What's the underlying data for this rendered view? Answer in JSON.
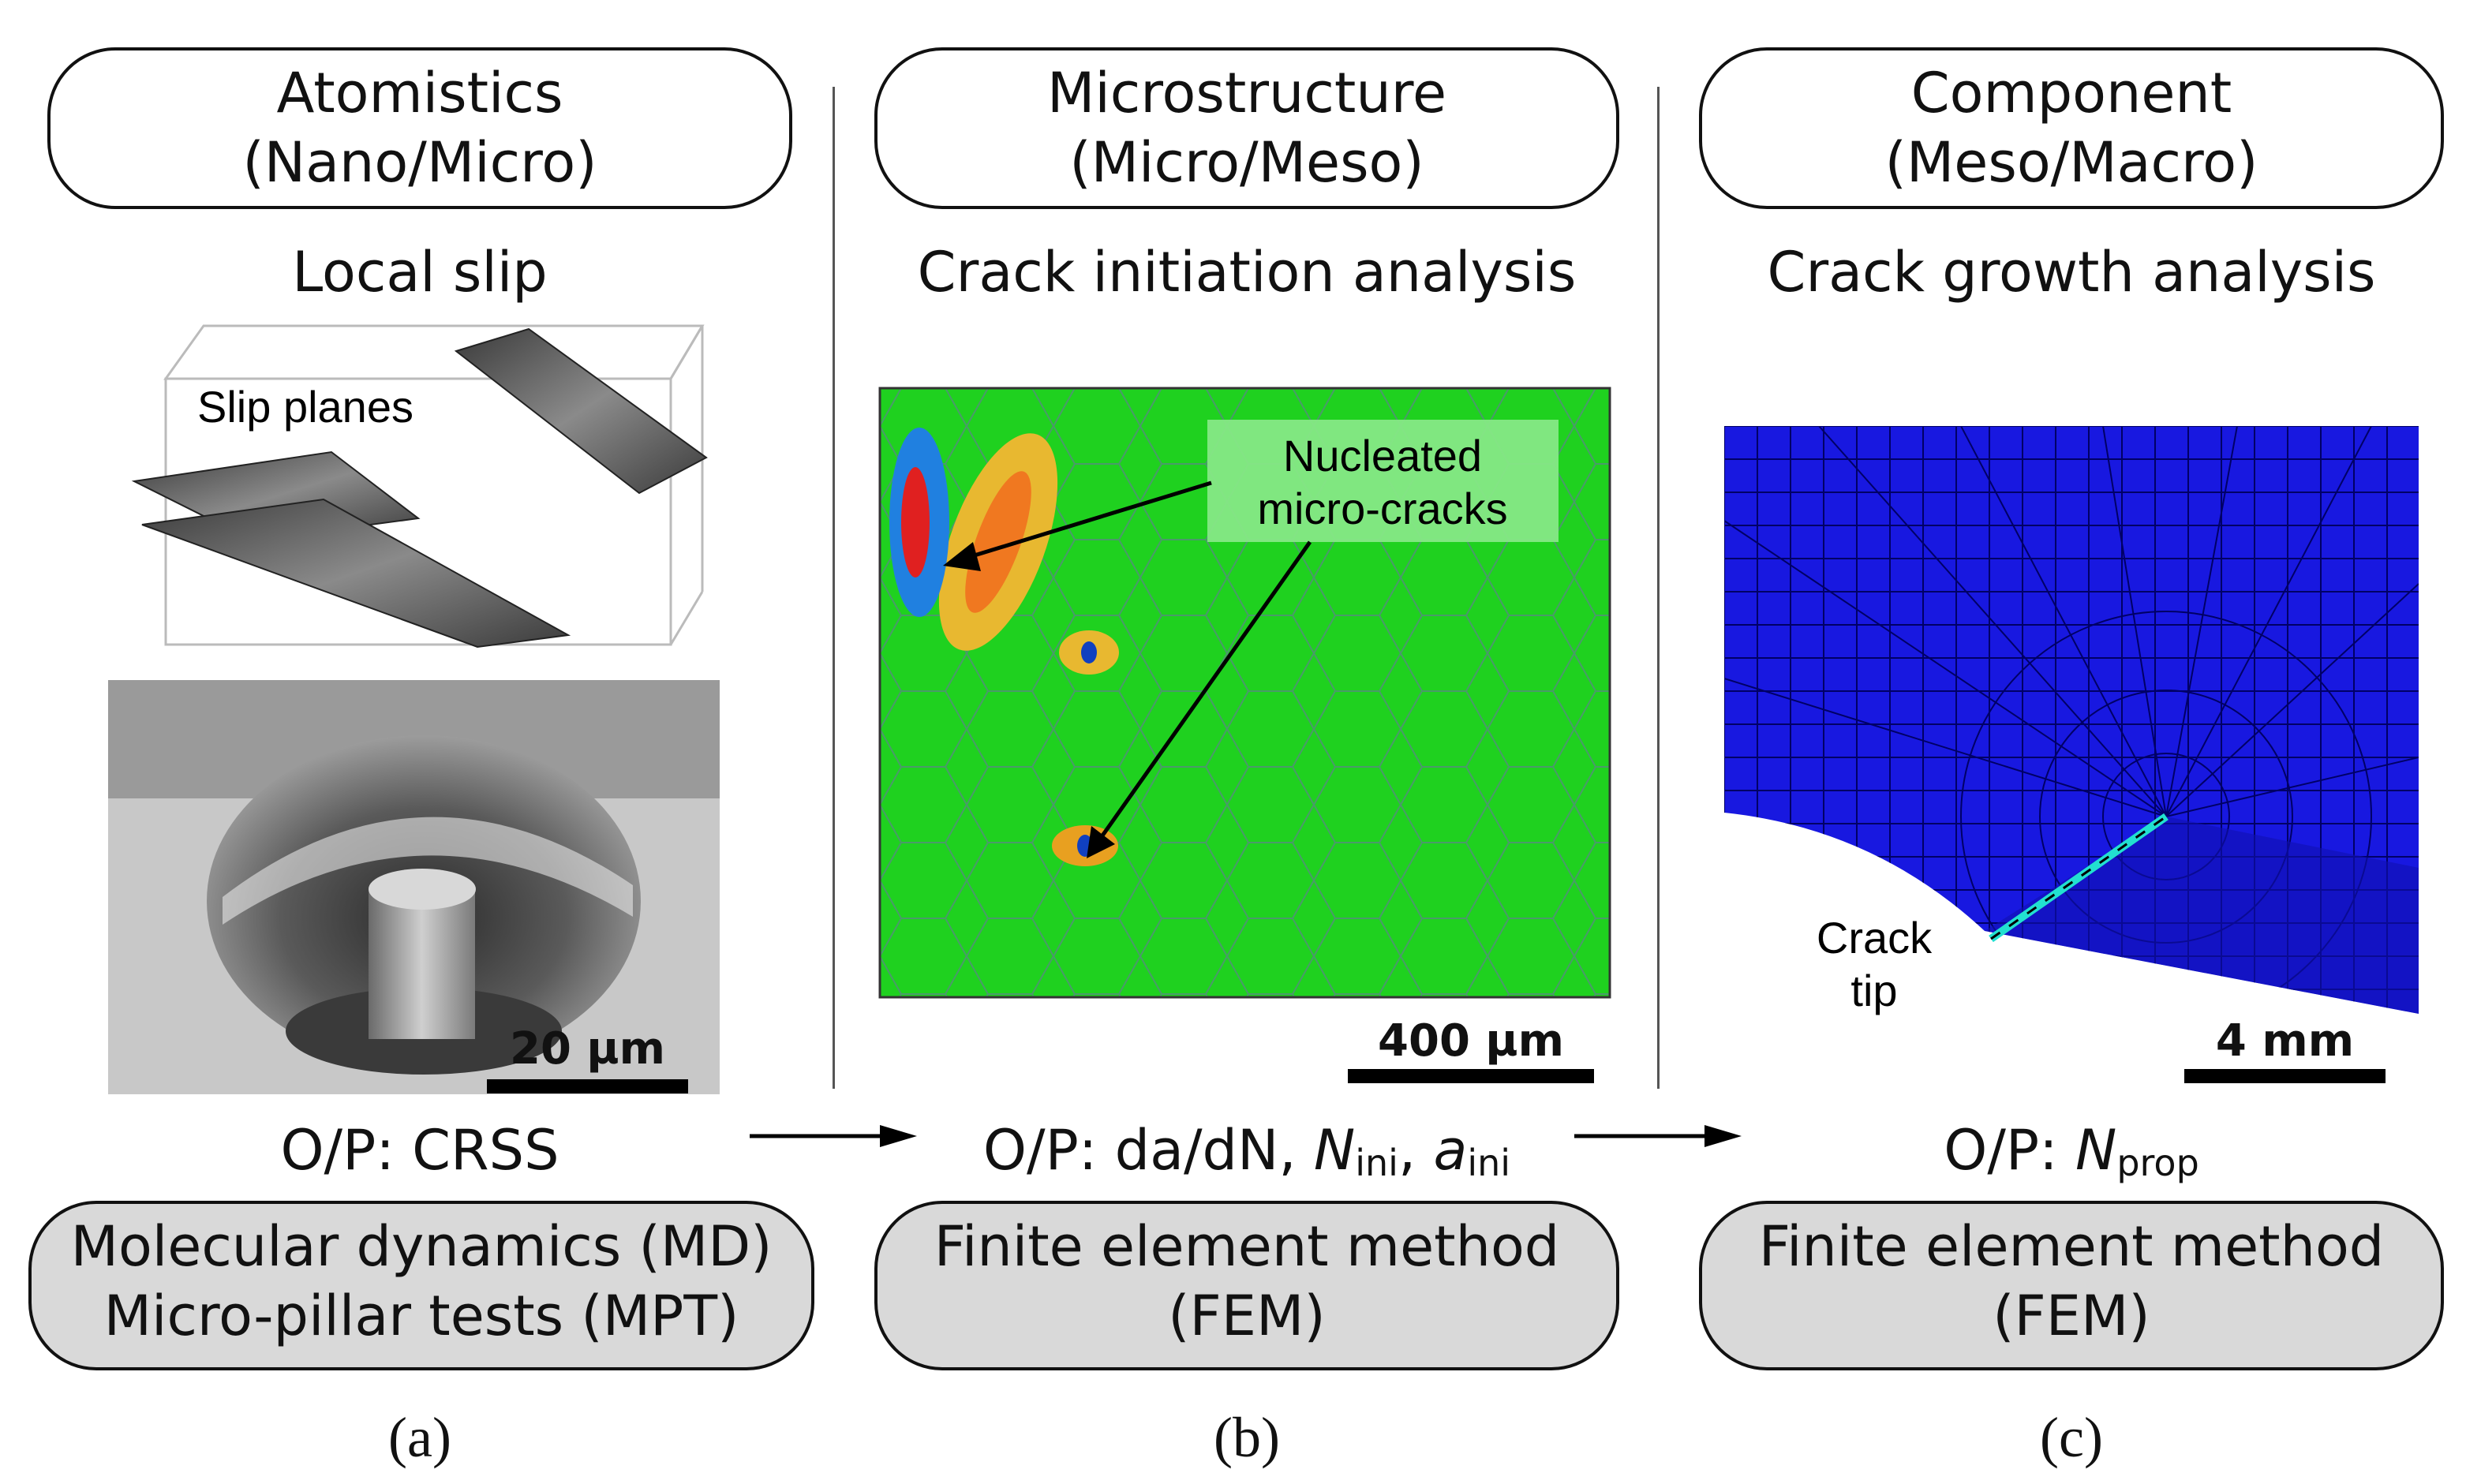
{
  "columns": [
    {
      "title_line1": "Atomistics",
      "title_line2": "(Nano/Micro)",
      "subtitle": "Local slip",
      "panel_label": "Slip planes",
      "scale_label": "20 µm",
      "output_prefix": "O/P: ",
      "output_value": "CRSS",
      "method_line1": "Molecular dynamics (MD)",
      "method_line2": "Micro-pillar tests (MPT)",
      "figure_label": "(a)"
    },
    {
      "title_line1": "Microstructure",
      "title_line2": "(Micro/Meso)",
      "subtitle": "Crack initiation analysis",
      "callout_line1": "Nucleated",
      "callout_line2": "micro-cracks",
      "scale_label": "400 µm",
      "output_prefix": "O/P: ",
      "output_value_main": "da/dN, ",
      "output_n": "N",
      "output_n_sub": "ini",
      "output_sep": ", ",
      "output_a": "a",
      "output_a_sub": "ini",
      "method_line1": "Finite element method",
      "method_line2": "(FEM)",
      "figure_label": "(b)"
    },
    {
      "title_line1": "Component",
      "title_line2": "(Meso/Macro)",
      "subtitle": "Crack growth analysis",
      "crack_line1": "Crack",
      "crack_line2": "tip",
      "scale_label": "4 mm",
      "output_prefix": "O/P: ",
      "output_n": "N",
      "output_n_sub": "prop",
      "method_line1": "Finite element method",
      "method_line2": "(FEM)",
      "figure_label": "(c)"
    }
  ],
  "colors": {
    "fem_green": "#1fd11f",
    "mesh_blue": "#1818e0",
    "method_fill": "#d9d9d9",
    "callout_fill": "#86e886"
  }
}
